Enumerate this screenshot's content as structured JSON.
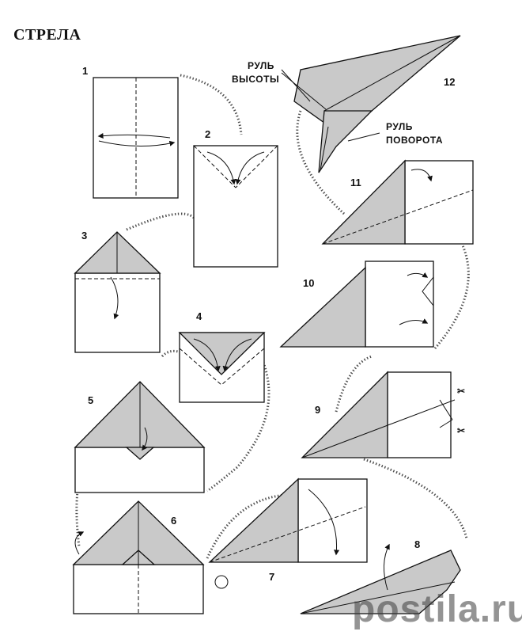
{
  "title": "СТРЕЛА",
  "steps": [
    "1",
    "2",
    "3",
    "4",
    "5",
    "6",
    "7",
    "8",
    "9",
    "10",
    "11",
    "12"
  ],
  "labels": {
    "elevator_line1": "РУЛЬ",
    "elevator_line2": "ВЫСОТЫ",
    "rudder_line1": "РУЛЬ",
    "rudder_line2": "ПОВОРОТА"
  },
  "watermark": "postila.ru"
}
